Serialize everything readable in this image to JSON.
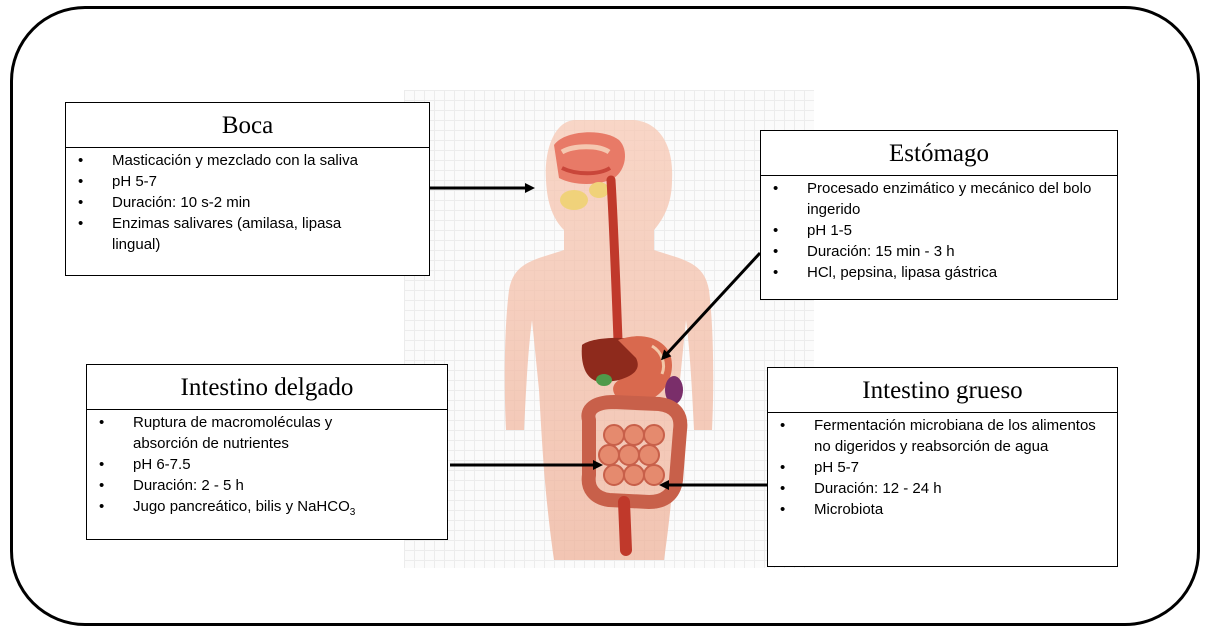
{
  "boca": {
    "title": "Boca",
    "items": [
      "Masticación y mezclado con la saliva",
      "pH 5-7",
      "Duración: 10 s-2 min",
      "Enzimas salivares (amilasa, lipasa lingual)"
    ]
  },
  "estomago": {
    "title": "Estómago",
    "items": [
      "Procesado enzimático y mecánico del bolo ingerido",
      "pH 1-5",
      "Duración: 15 min - 3 h",
      "HCl, pepsina, lipasa gástrica"
    ]
  },
  "intestino_delgado": {
    "title": "Intestino delgado",
    "items": [
      "Ruptura de macromoléculas y absorción de nutrientes",
      "pH 6-7.5",
      "Duración: 2 - 5 h"
    ],
    "last_item_prefix": "Jugo pancreático, bilis y NaHCO",
    "last_item_subscript": "3"
  },
  "intestino_grueso": {
    "title": "Intestino grueso",
    "items": [
      "Fermentación microbiana de los alimentos no digeridos y reabsorción de agua",
      "pH 5-7",
      "Duración: 12 - 24 h",
      "Microbiota"
    ]
  },
  "colors": {
    "tissue": "#f2b8a0",
    "organ_red": "#c0392b",
    "liver": "#8e2a1c",
    "intestine": "#e58a6e",
    "border": "#000000"
  }
}
